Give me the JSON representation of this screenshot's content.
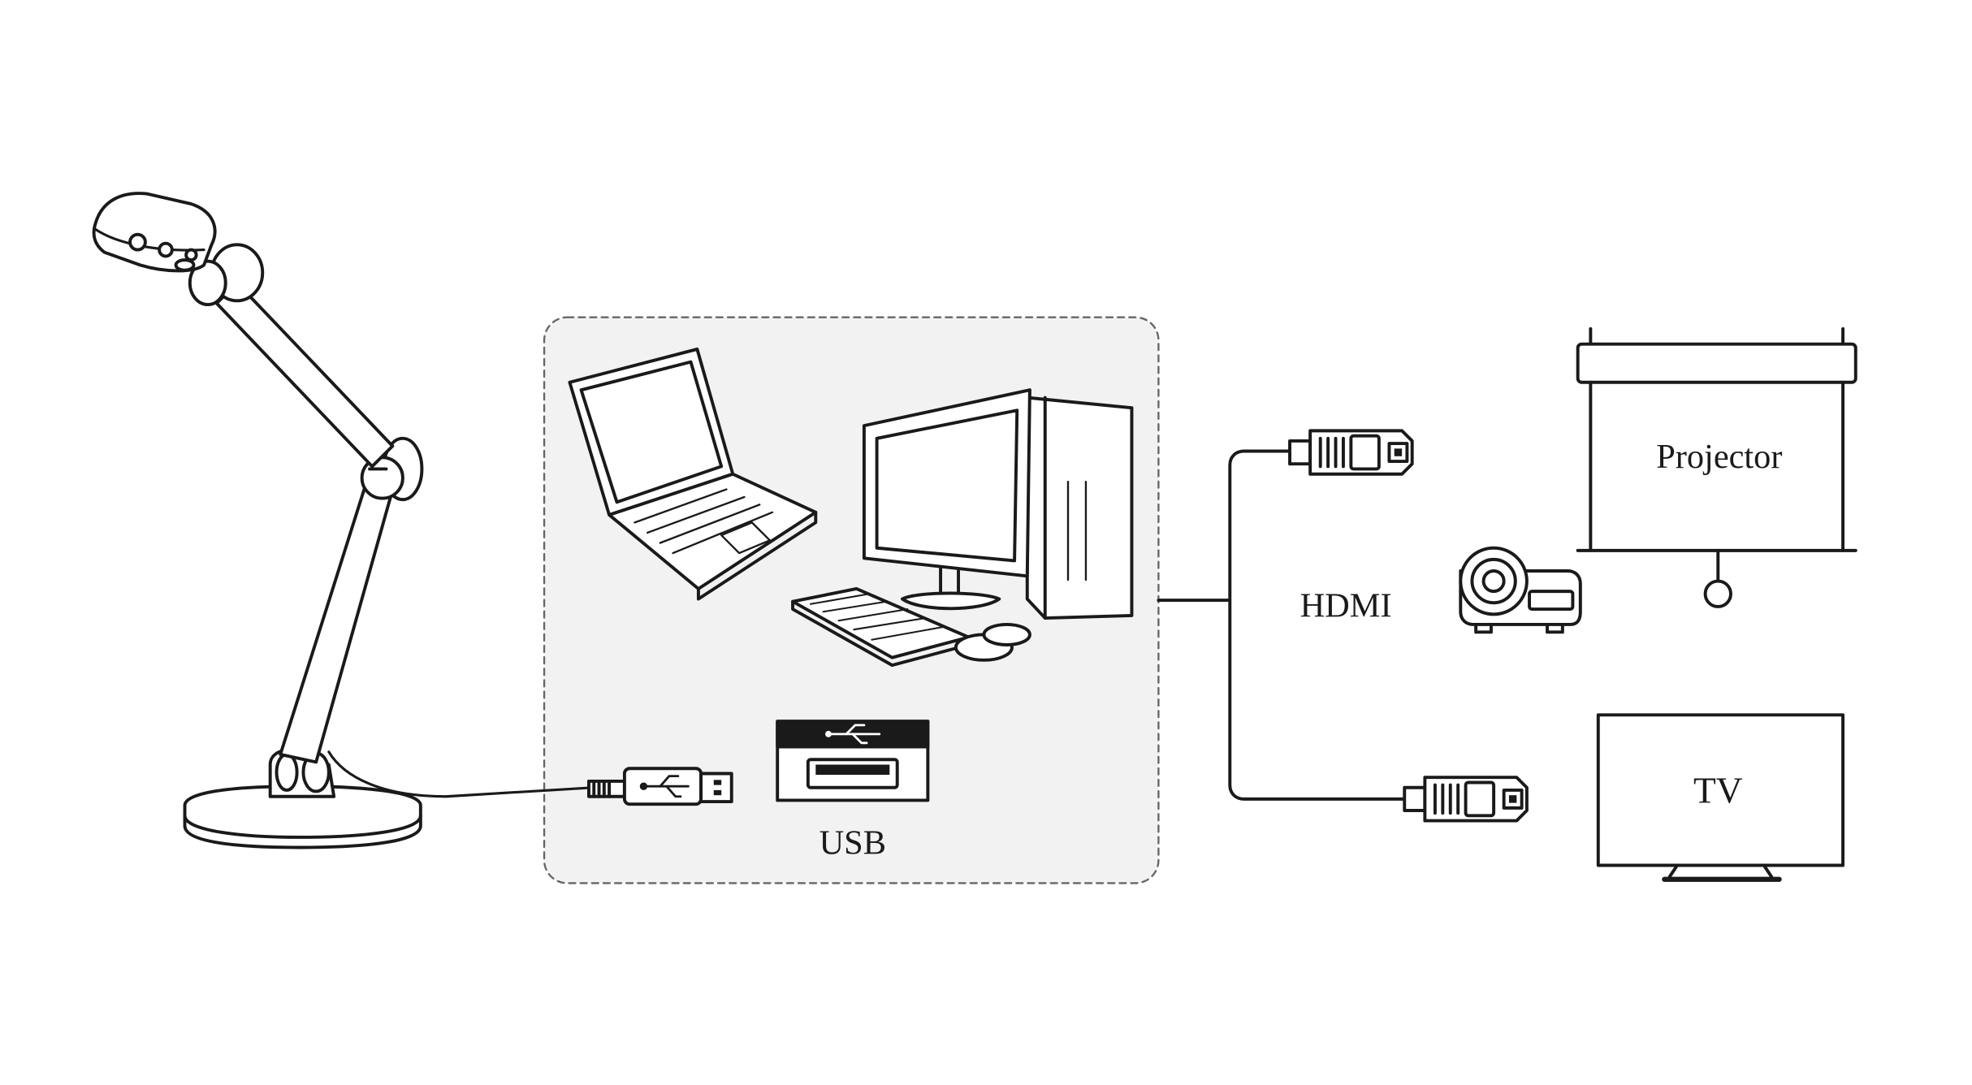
{
  "labels": {
    "usb": "USB",
    "hdmi": "HDMI",
    "projector": "Projector",
    "tv": "TV"
  },
  "colors": {
    "line": "#1a1a1a",
    "panel_fill": "#f2f2f2",
    "panel_border": "#666666",
    "background": "#ffffff"
  },
  "icons": [
    "document-camera-icon",
    "laptop-icon",
    "desktop-computer-icon",
    "keyboard-icon",
    "mouse-icon",
    "usb-port-icon",
    "usb-symbol-icon",
    "usb-plug-icon",
    "hdmi-plug-icon",
    "projector-icon",
    "projection-screen-icon",
    "tv-icon"
  ]
}
